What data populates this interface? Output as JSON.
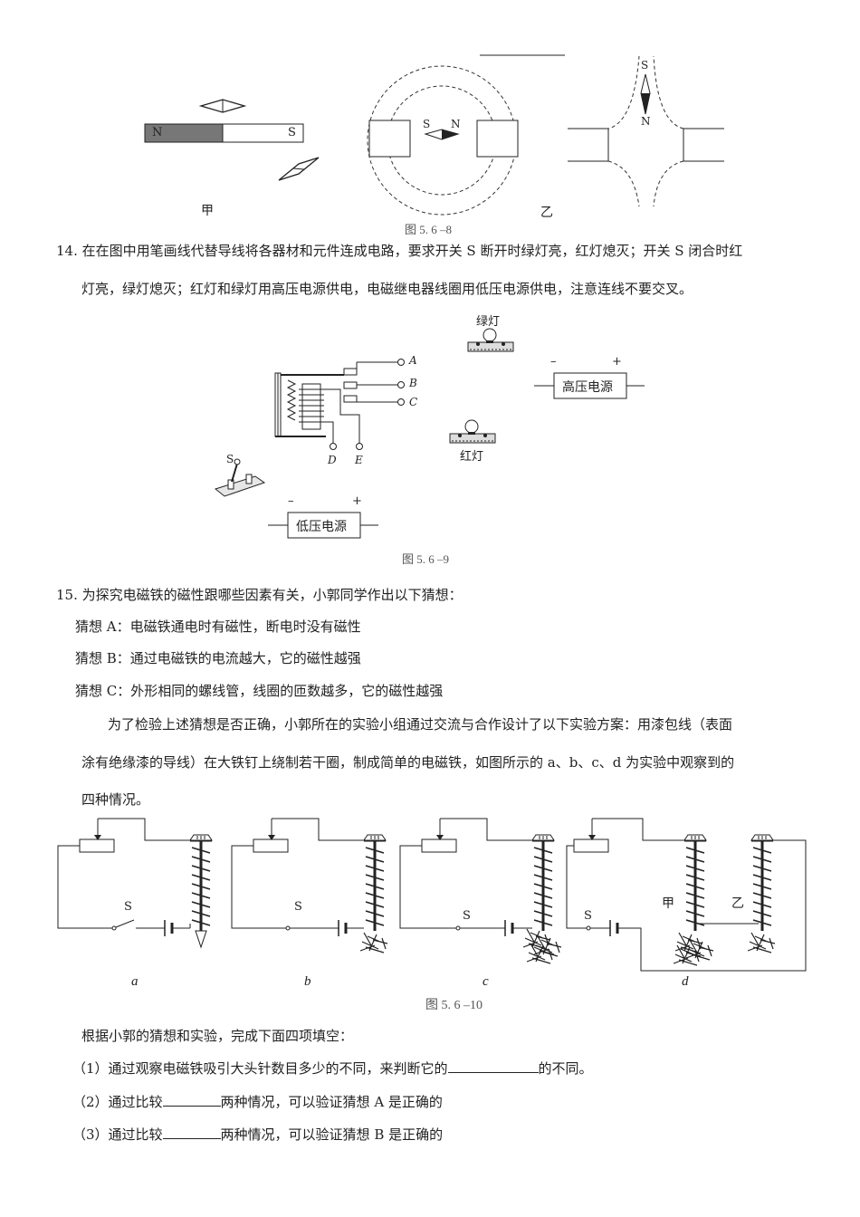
{
  "fig8": {
    "label_jia": "甲",
    "label_yi": "乙",
    "caption": "图 5. 6 –8",
    "bar_n": "N",
    "bar_s": "S",
    "ring_s": "S",
    "ring_n": "N",
    "compass_s": "S",
    "compass_n": "N"
  },
  "q14": {
    "line1": "14.  在在图中用笔画线代替导线将各器材和元件连成电路，要求开关 S 断开时绿灯亮，红灯熄灭；开关 S 闭合时红",
    "line2": "灯亮，绿灯熄灭；红灯和绿灯用高压电源供电，电磁继电器线圈用低压电源供电，注意连线不要交叉。"
  },
  "fig9": {
    "green_lamp": "绿灯",
    "red_lamp": "红灯",
    "high_power": "高压电源",
    "low_power": "低压电源",
    "minus": "–",
    "plus": "+",
    "term_a": "A",
    "term_b": "B",
    "term_c": "C",
    "term_d": "D",
    "term_e": "E",
    "switch_s": "S",
    "caption": "图 5. 6 –9"
  },
  "q15": {
    "line1": "15.  为探究电磁铁的磁性跟哪些因素有关，小郭同学作出以下猜想：",
    "guess_a": "猜想 A：电磁铁通电时有磁性，断电时没有磁性",
    "guess_b": "猜想 B：通过电磁铁的电流越大，它的磁性越强",
    "guess_c": "猜想 C：外形相同的螺线管，线圈的匝数越多，它的磁性越强",
    "para1": "为了检验上述猜想是否正确，小郭所在的实验小组通过交流与合作设计了以下实验方案：用漆包线（表面",
    "para2": "涂有绝缘漆的导线）在大铁钉上绕制若干圈，制成简单的电磁铁，如图所示的 a、b、c、d 为实验中观察到的",
    "para3": "四种情况。"
  },
  "fig10": {
    "switch_s": "S",
    "label_a": "a",
    "label_b": "b",
    "label_c": "c",
    "label_d": "d",
    "jia": "甲",
    "yi": "乙",
    "caption": "图 5. 6 –10"
  },
  "fill": {
    "intro": "根据小郭的猜想和实验，完成下面四项填空：",
    "q1_pre": "（1）通过观察电磁铁吸引大头针数目多少的不同，来判断它的",
    "q1_post": "的不同。",
    "q2_pre": "（2）通过比较",
    "q2_post": "两种情况，可以验证猜想 A 是正确的",
    "q3_pre": "（3）通过比较",
    "q3_post": "两种情况，可以验证猜想 B 是正确的"
  }
}
